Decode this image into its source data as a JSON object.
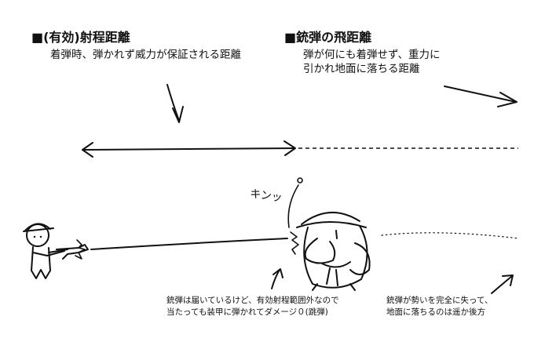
{
  "effective_range": {
    "heading": "■(有効)射程距離",
    "description": "着弾時、弾かれず威力が保証される距離"
  },
  "flight_range": {
    "heading": "■銃弾の飛距離",
    "description_lines": [
      "弾が何にも着弾せず、重力に",
      "引かれ地面に落ちる距離"
    ]
  },
  "sound_effect": "キンッ",
  "note_ricochet": {
    "lines": [
      "銃弾は届いているけど、有効射程範囲外なので",
      "当たっても装甲に弾かれてダメージ０(跳弾)"
    ]
  },
  "note_fall": {
    "lines": [
      "銃弾が勢いを完全に失って、",
      "地面に落ちるのは遥か後方"
    ]
  }
}
